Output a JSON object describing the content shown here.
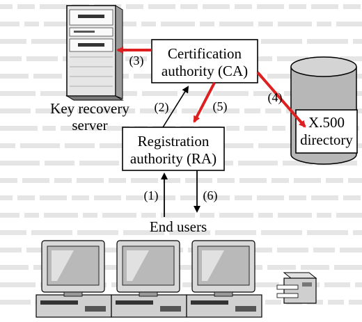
{
  "nodes": {
    "ca": {
      "line1": "Certification",
      "line2": "authority (CA)"
    },
    "ra": {
      "line1": "Registration",
      "line2": "authority (RA)"
    },
    "key_recovery": {
      "line1": "Key recovery",
      "line2": "server"
    },
    "directory": {
      "line1": "X.500",
      "line2": "directory"
    },
    "end_users": {
      "label": "End users"
    }
  },
  "steps": {
    "s1": "(1)",
    "s2": "(2)",
    "s3": "(3)",
    "s4": "(4)",
    "s5": "(5)",
    "s6": "(6)"
  },
  "colors": {
    "arrow_red": "#dd1f1f",
    "arrow_black": "#000000",
    "directory_fill": "#b7b7b7",
    "server_fill": "#e6e6e6",
    "monitor_fill": "#d9d9d9"
  },
  "icons": [
    "server-icon",
    "database-cylinder-icon",
    "workstation-icon",
    "printer-icon"
  ]
}
